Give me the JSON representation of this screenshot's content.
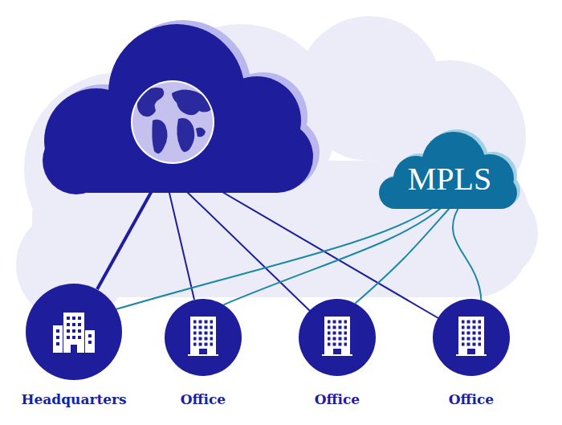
{
  "diagram": {
    "nodes": [
      {
        "text": [
          "MPLS"
        ]
      },
      {
        "text": [
          "Headquarters"
        ]
      },
      {
        "text": [
          "Office"
        ]
      },
      {
        "text": [
          "Office"
        ]
      },
      {
        "text": [
          "Office"
        ]
      }
    ],
    "edges": [
      {
        "from": 0,
        "to": 1,
        "arrow": "none"
      },
      {
        "from": 0,
        "to": 2,
        "arrow": "none"
      },
      {
        "from": 0,
        "to": 3,
        "arrow": "none"
      },
      {
        "from": 0,
        "to": 4,
        "arrow": "none"
      }
    ]
  }
}
